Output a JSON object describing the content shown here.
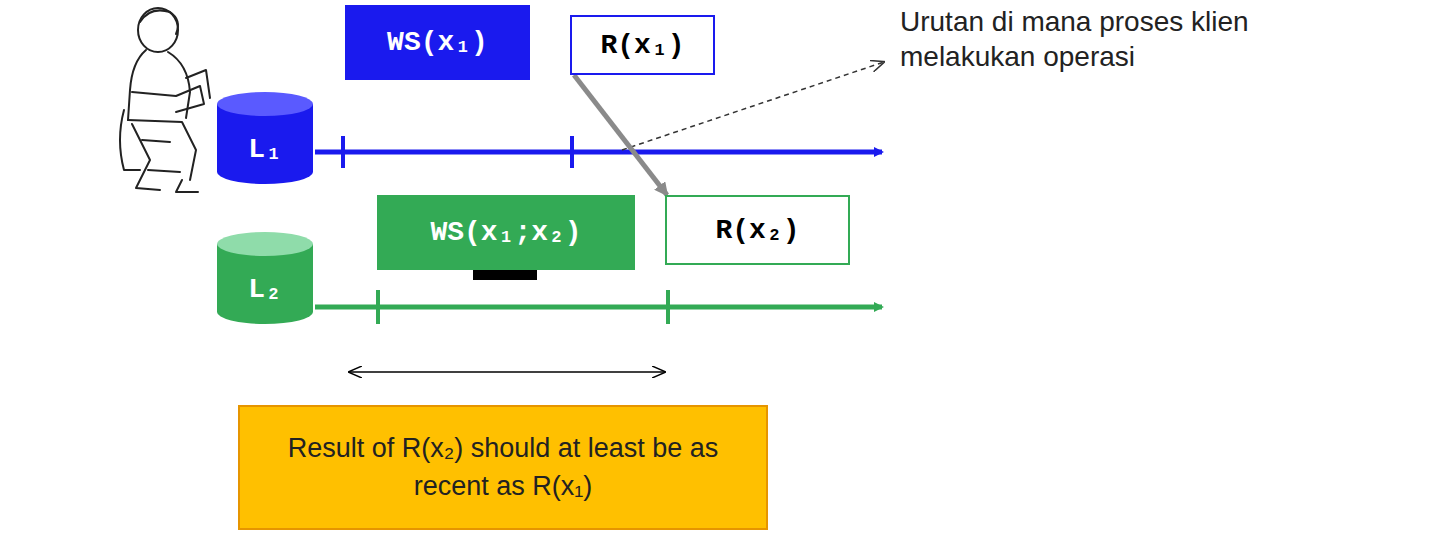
{
  "diagram": {
    "nodes": [
      {
        "text": [
          "L₁"
        ]
      },
      {
        "text": [
          "WS(x₁)"
        ]
      },
      {
        "text": [
          "R(x₁)"
        ]
      },
      {
        "text": [
          "L₂"
        ]
      },
      {
        "text": [
          "WS(x₁;x₂)"
        ]
      },
      {
        "text": [
          "R(x₂)"
        ]
      },
      {
        "text": [
          "Result of R(x₂) should at least be as recent as R(x₁)"
        ]
      }
    ],
    "edges": [
      {
        "from": 2,
        "to": 5,
        "arrow": "to"
      }
    ],
    "labels": [
      "Urutan di mana proses klien melakukan operasi"
    ]
  }
}
